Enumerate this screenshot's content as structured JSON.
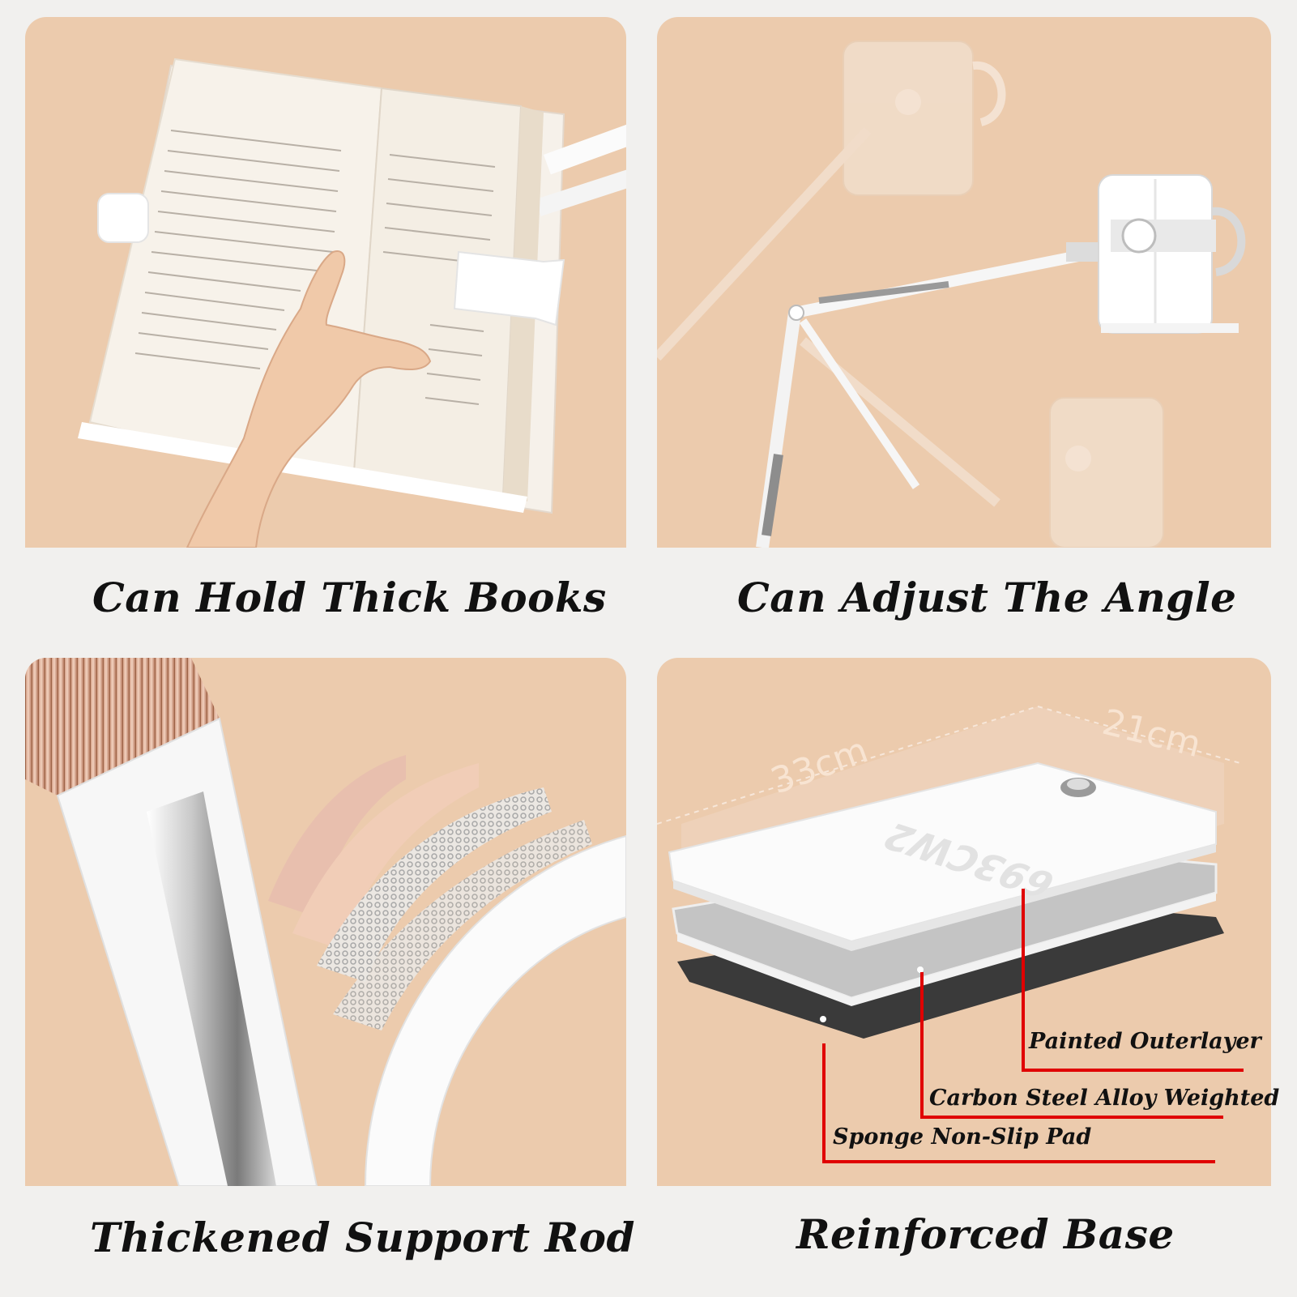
{
  "captions": {
    "top_left": "Can Hold Thick Books",
    "top_right": "Can Adjust The Angle",
    "bottom_left": "Thickened Support Rod",
    "bottom_right": "Reinforced Base"
  },
  "base_layers": {
    "painted": "Painted Outerlayer",
    "carbon": "Carbon Steel Alloy Weighted",
    "sponge": "Sponge Non-Slip Pad"
  },
  "dimensions": {
    "length": "33cm",
    "width": "21cm"
  },
  "base_print": "693CW2",
  "colors": {
    "panel_bg": "#eccbad",
    "accent_red": "#e00000",
    "caption": "#111111"
  }
}
